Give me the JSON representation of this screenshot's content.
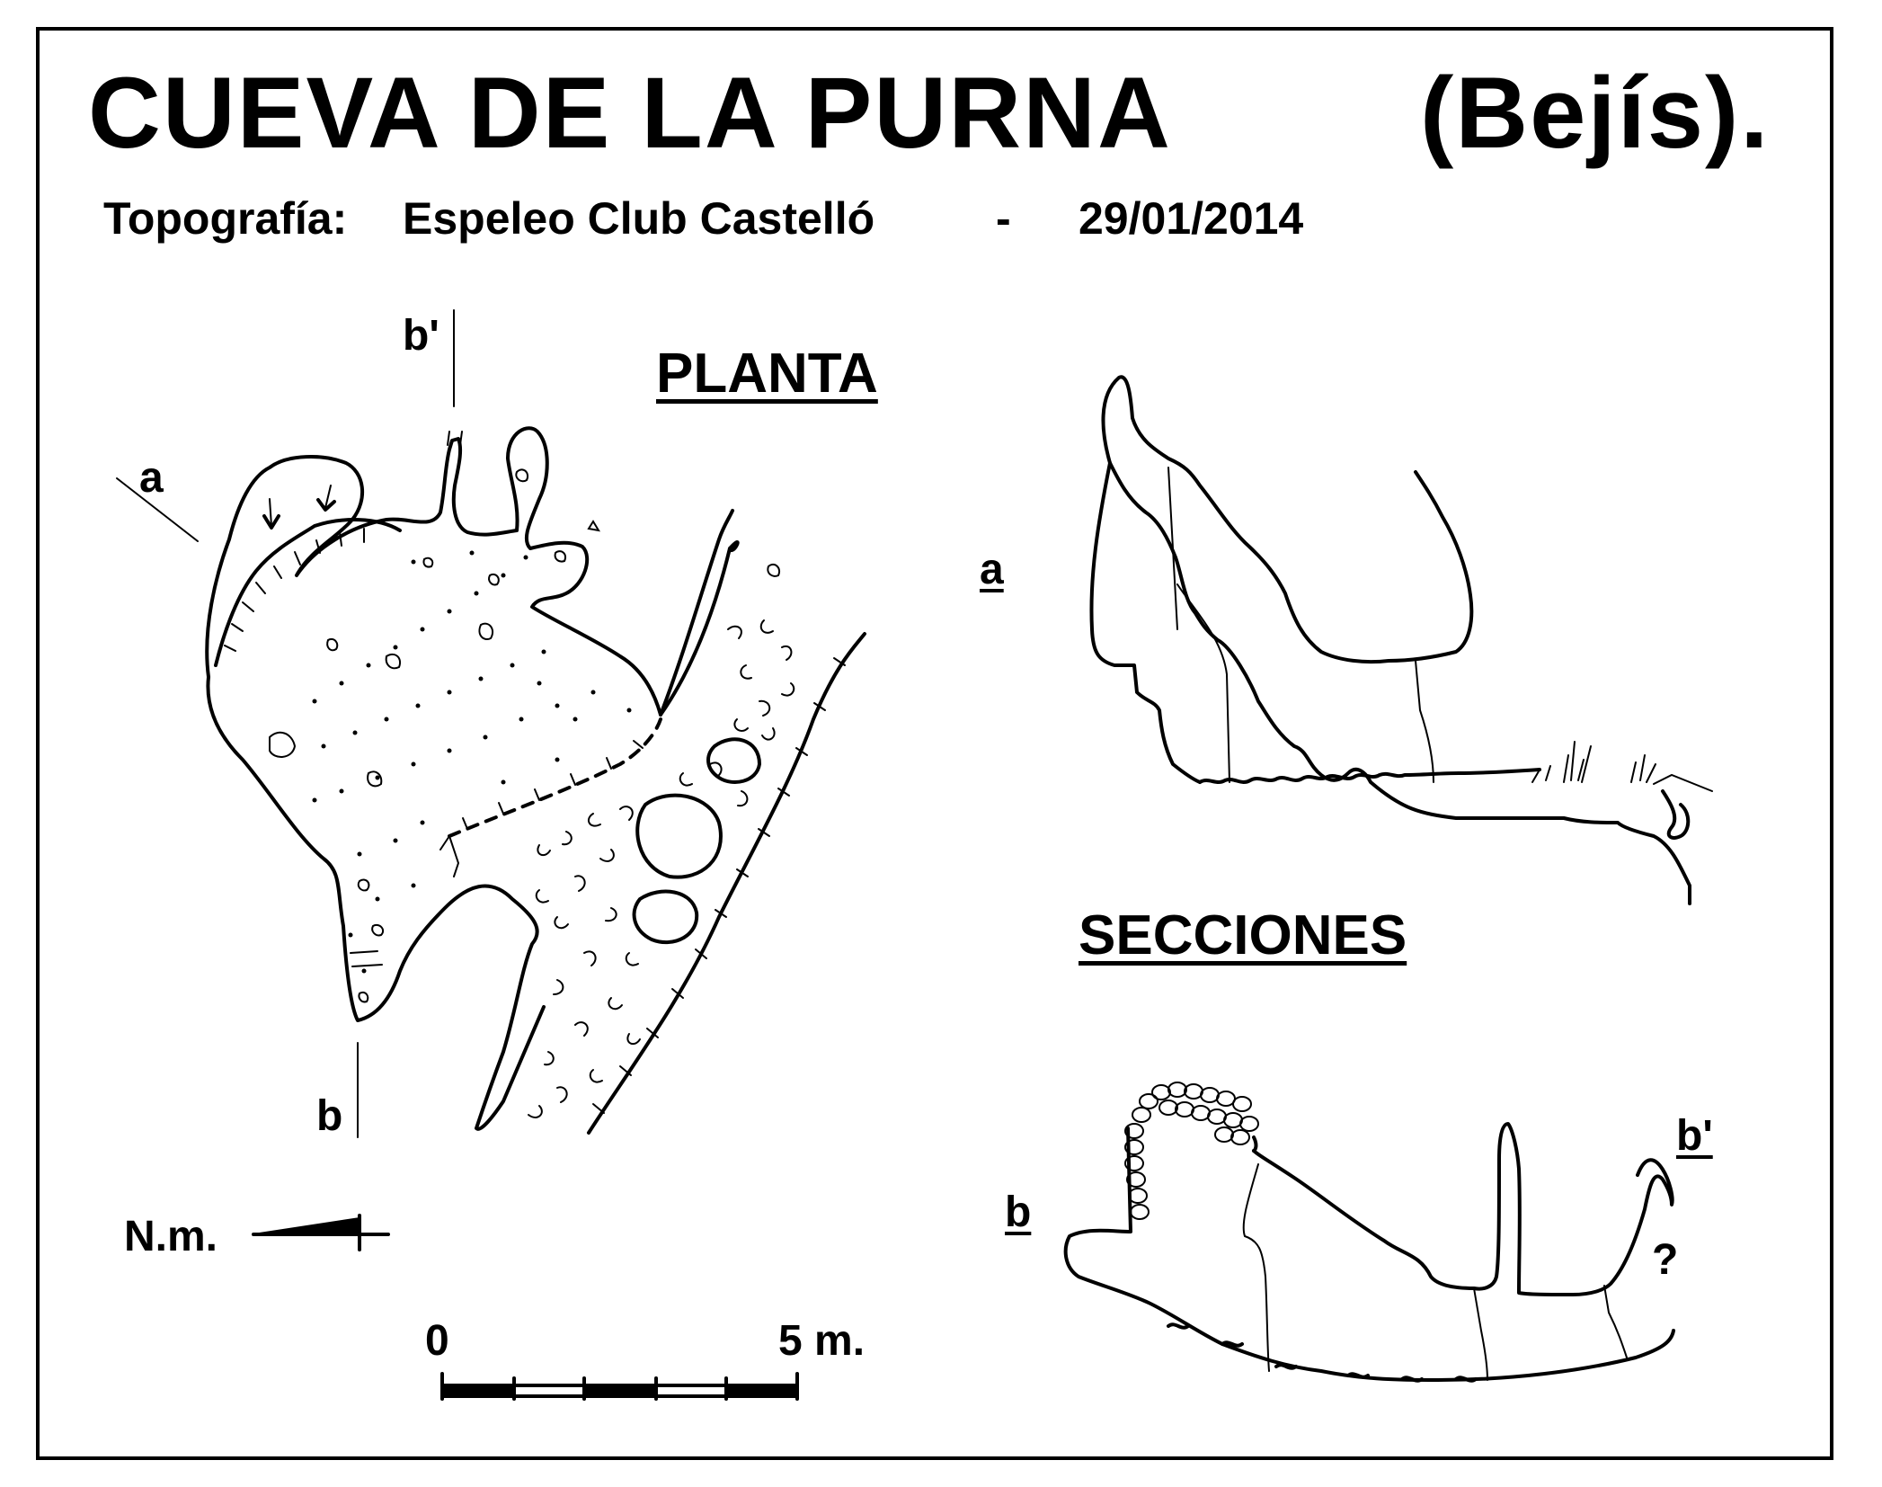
{
  "title": {
    "main": "CUEVA  DE  LA  PURNA",
    "place": "(Bejís)."
  },
  "subtitle": {
    "prefix": "Topografía:",
    "author": "Espeleo Club Castelló",
    "separator": "-",
    "date": "29/01/2014"
  },
  "plan": {
    "heading": "PLANTA",
    "labels": {
      "a": "a",
      "b": "b",
      "b_prime": "b'"
    },
    "north_label": "N.m."
  },
  "scale": {
    "start": "0",
    "end": "5 m."
  },
  "sections": {
    "heading": "SECCIONES",
    "labels": {
      "a": "a",
      "b": "b",
      "b_prime": "b'",
      "question": "?"
    }
  }
}
